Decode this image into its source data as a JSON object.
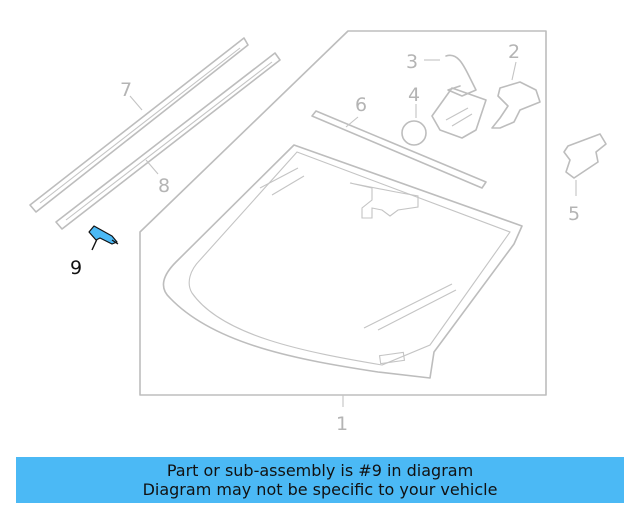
{
  "parts": {
    "p1": "1",
    "p2": "2",
    "p3": "3",
    "p4": "4",
    "p5": "5",
    "p6": "6",
    "p7": "7",
    "p8": "8",
    "p9": "9"
  },
  "highlighted_part": "9",
  "colors": {
    "highlight_part": "#4bb9f5",
    "banner_background": "#4bb9f5",
    "diagram_lines": "#bdbdbd"
  },
  "banner": {
    "line1": "Part or sub-assembly is #9 in diagram",
    "line2": "Diagram may not be specific to your vehicle"
  }
}
